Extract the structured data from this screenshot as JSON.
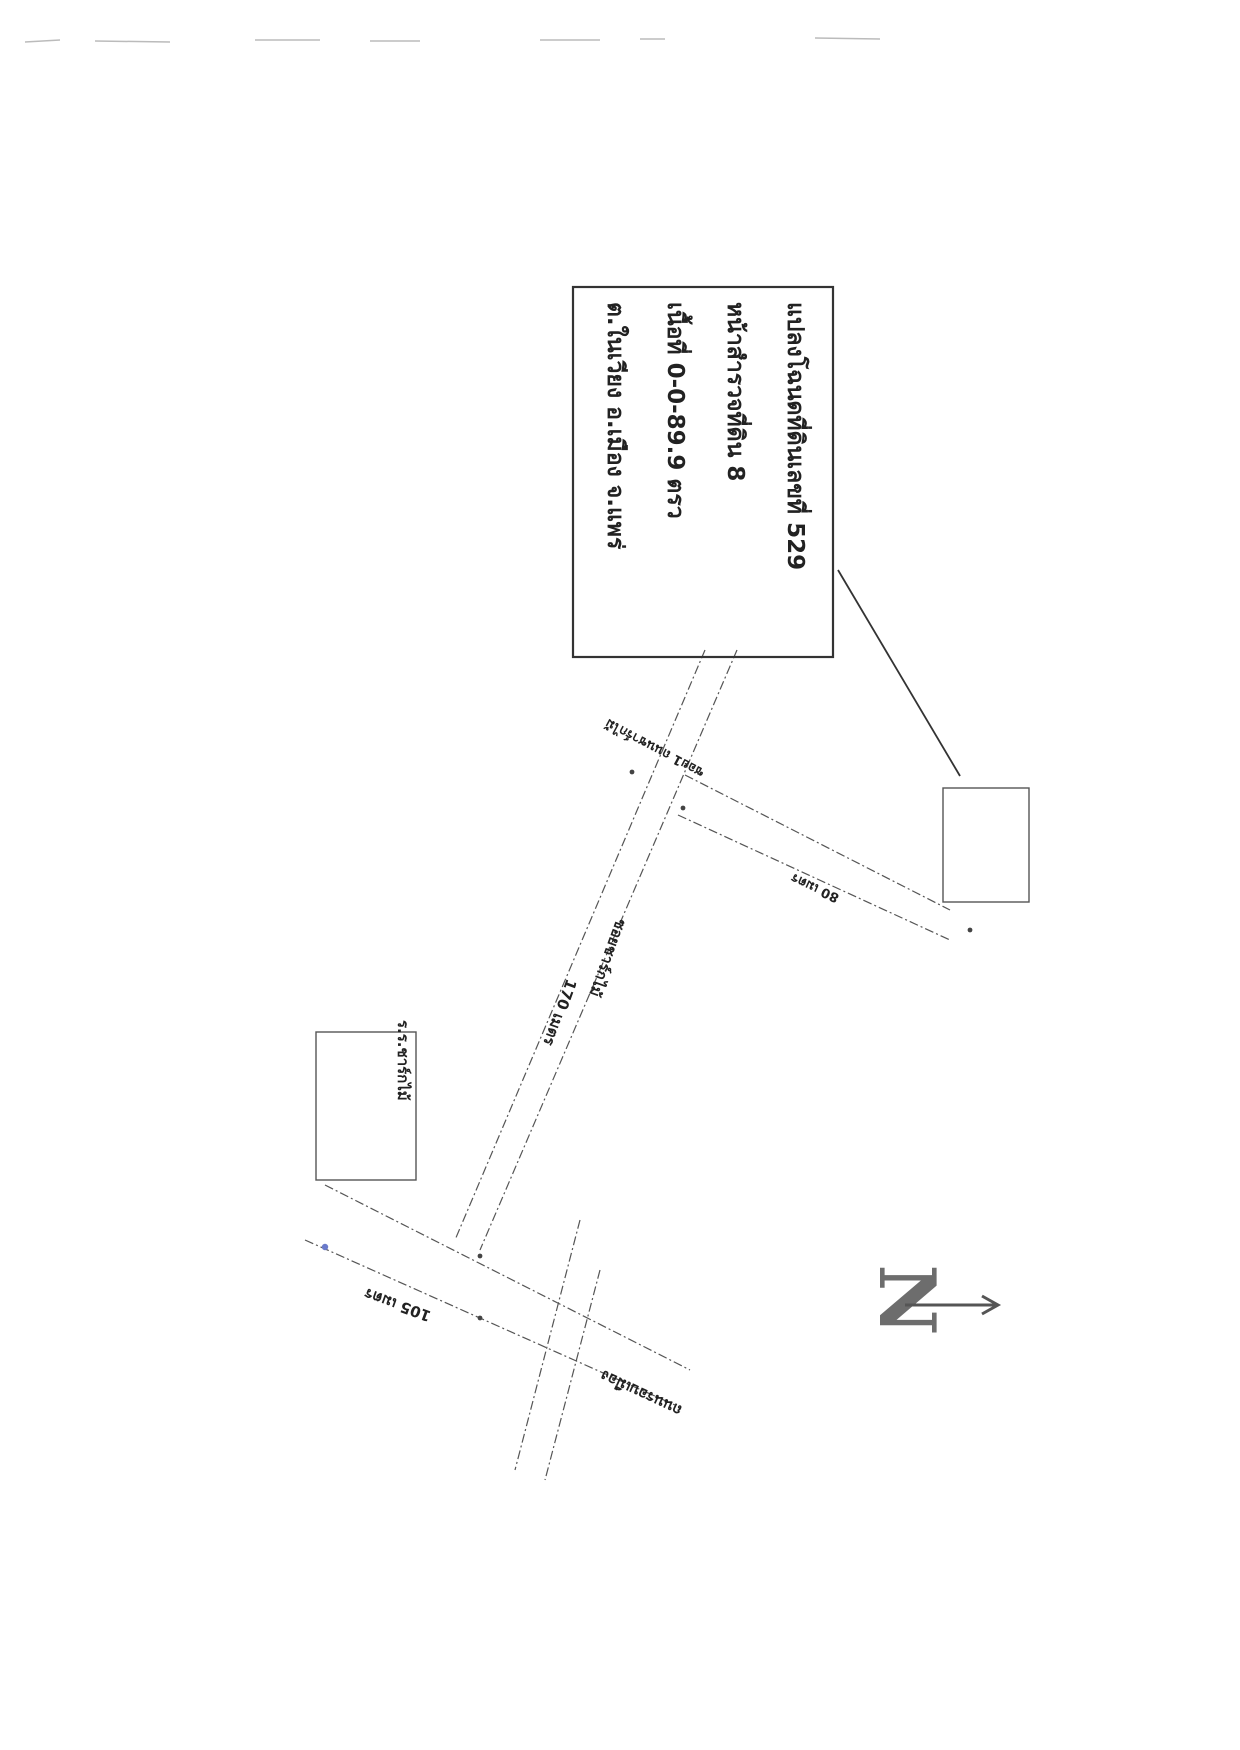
{
  "parcel": {
    "lines": [
      "แปลงโฉนดที่ดินเลขที่ 529",
      "หน้าสำรวจที่ดิน 8",
      "เนื้อที่ 0-0-89.9 ตรว",
      "ต.ในเวียง อ.เมือง จ.แพร่"
    ]
  },
  "roads": {
    "main_road_name": "ซอยชาร์กไม้",
    "main_road_distance": "170 เมตร",
    "side_road_name": "ซอย1 ถนนชาร์กไม้",
    "side_road_distance": "80 เมตร",
    "cross_road_name": "ถนนรอบเมือง",
    "cross_road_distance": "105 เมตร"
  },
  "landmarks": {
    "school": "ร.ร.ชาร์กไม้"
  },
  "compass": {
    "letter": "N",
    "direction": "right"
  }
}
